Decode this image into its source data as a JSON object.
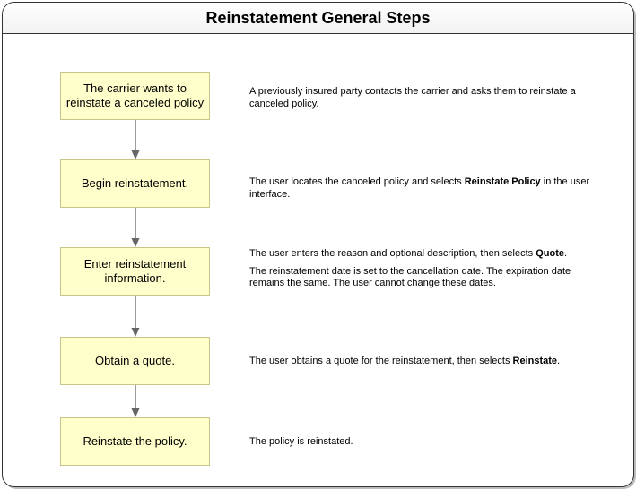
{
  "title": "Reinstatement General Steps",
  "steps": [
    {
      "label": "The carrier wants to reinstate a canceled policy",
      "desc": [
        {
          "segments": [
            {
              "text": "A previously insured party contacts the carrier and asks them to reinstate a canceled policy.",
              "bold": false
            }
          ]
        }
      ]
    },
    {
      "label": "Begin reinstatement.",
      "desc": [
        {
          "segments": [
            {
              "text": "The user locates the canceled policy and selects ",
              "bold": false
            },
            {
              "text": "Reinstate Policy",
              "bold": true
            },
            {
              "text": " in the user interface.",
              "bold": false
            }
          ]
        }
      ]
    },
    {
      "label": "Enter reinstatement information.",
      "desc": [
        {
          "segments": [
            {
              "text": "The user enters the reason and optional description, then selects ",
              "bold": false
            },
            {
              "text": "Quote",
              "bold": true
            },
            {
              "text": ".",
              "bold": false
            }
          ]
        },
        {
          "segments": [
            {
              "text": "The reinstatement date is set to the cancellation date. The expiration date remains the same. The user cannot change these dates.",
              "bold": false
            }
          ]
        }
      ]
    },
    {
      "label": "Obtain a quote.",
      "desc": [
        {
          "segments": [
            {
              "text": "The user obtains a quote for the reinstatement, then selects ",
              "bold": false
            },
            {
              "text": "Reinstate",
              "bold": true
            },
            {
              "text": ".",
              "bold": false
            }
          ]
        }
      ]
    },
    {
      "label": "Reinstate the policy.",
      "desc": [
        {
          "segments": [
            {
              "text": "The policy is reinstated.",
              "bold": false
            }
          ]
        }
      ]
    }
  ],
  "colors": {
    "box_fill": "#ffffcc",
    "box_border": "#c9c48a",
    "arrow": "#666666"
  }
}
